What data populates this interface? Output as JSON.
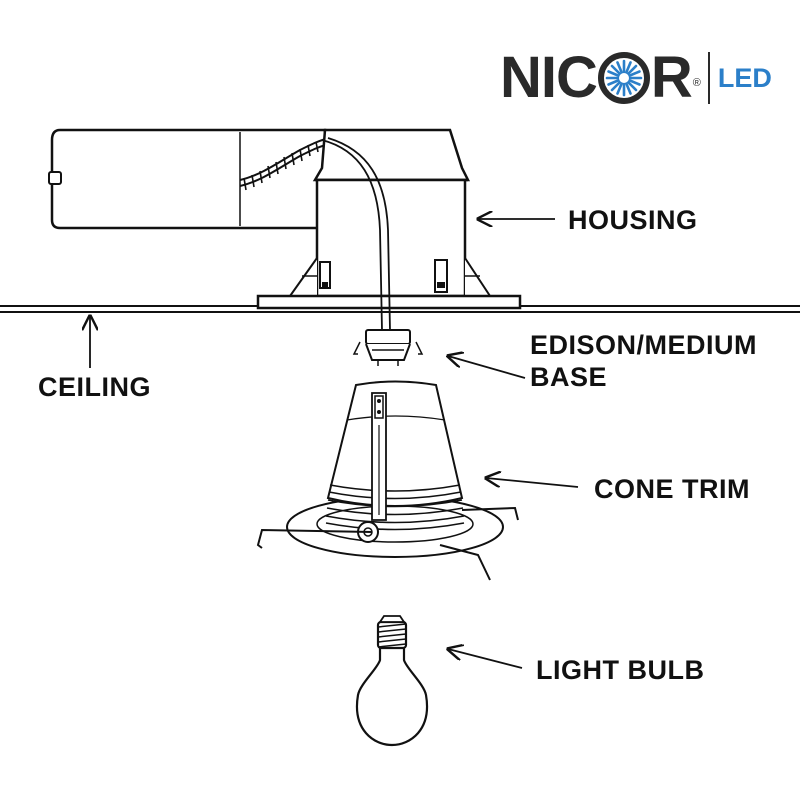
{
  "brand": {
    "name_left": "NIC",
    "name_right": "R",
    "registered": "®",
    "product_line": "LED",
    "colors": {
      "wordmark": "#2a2a2a",
      "accent": "#2b7fc9"
    },
    "star_icon": "starburst-o-icon"
  },
  "labels": {
    "housing": "HOUSING",
    "ceiling": "CEILING",
    "edison_line1": "EDISON/MEDIUM",
    "edison_line2": "BASE",
    "cone_trim": "CONE TRIM",
    "light_bulb": "LIGHT BULB"
  }
}
